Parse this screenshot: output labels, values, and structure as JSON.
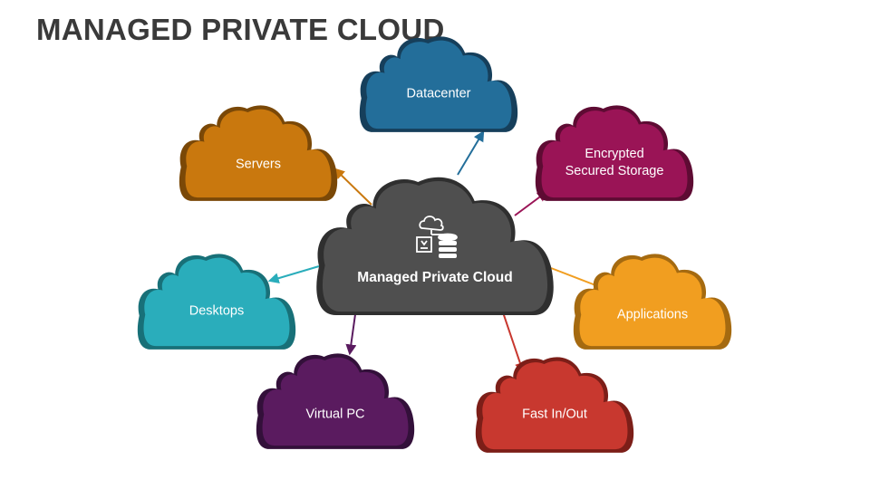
{
  "title": "MANAGED PRIVATE CLOUD",
  "center": {
    "label": "Managed Private Cloud",
    "icon": "cloud-database-icon",
    "color": "#4f4f4f"
  },
  "nodes": [
    {
      "id": "datacenter",
      "label": "Datacenter",
      "color": "#236e9a"
    },
    {
      "id": "servers",
      "label": "Servers",
      "color": "#c9780e"
    },
    {
      "id": "storage",
      "label_lines": [
        "Encrypted",
        "Secured Storage"
      ],
      "color": "#9a1456"
    },
    {
      "id": "desktops",
      "label": "Desktops",
      "color": "#2aadbb"
    },
    {
      "id": "applications",
      "label": "Applications",
      "color": "#f19e20"
    },
    {
      "id": "virtual-pc",
      "label": "Virtual PC",
      "color": "#5a1b5f"
    },
    {
      "id": "fast-inout",
      "label": "Fast In/Out",
      "color": "#c8382f"
    }
  ]
}
